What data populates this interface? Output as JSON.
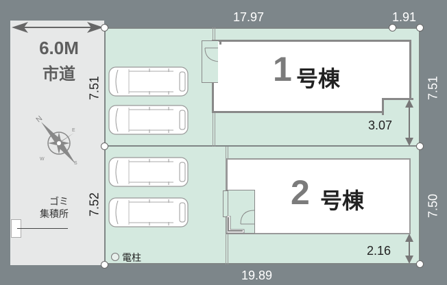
{
  "road": {
    "width_label": "6.0M",
    "name": "市道",
    "garbage_label_line1": "ゴミ",
    "garbage_label_line2": "集積所"
  },
  "compass": {
    "icon": "compass-rose-icon",
    "directions": [
      "N",
      "E",
      "S",
      "W"
    ]
  },
  "lots": [
    {
      "id": "1",
      "number": "1",
      "suffix": "号棟",
      "frontage": "7.51",
      "rear_depth": "7.51",
      "setback": "3.07",
      "parking_spaces": 2
    },
    {
      "id": "2",
      "number": "2",
      "suffix": "号棟",
      "frontage": "7.52",
      "rear_depth": "7.50",
      "setback": "2.16",
      "parking_spaces": 2
    }
  ],
  "dimensions": {
    "top_length": "17.97",
    "top_corner": "1.91",
    "bottom_length": "19.89"
  },
  "utility_pole": {
    "label": "電柱"
  },
  "colors": {
    "background": "#7d868a",
    "road": "#e7e8e8",
    "lot": "#d4e9df",
    "house": "#ffffff",
    "outline": "#7f8585"
  }
}
